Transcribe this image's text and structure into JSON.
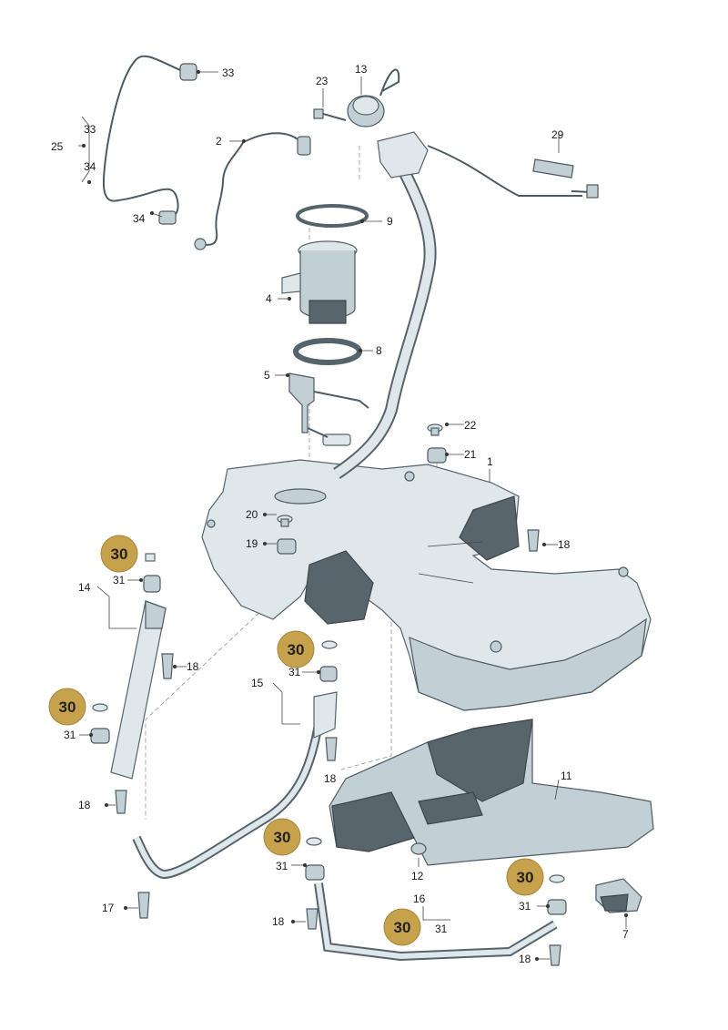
{
  "labels": {
    "p1": "1",
    "p2": "2",
    "p4": "4",
    "p5": "5",
    "p7": "7",
    "p8": "8",
    "p9": "9",
    "p11": "11",
    "p12": "12",
    "p13": "13",
    "p14": "14",
    "p15": "15",
    "p16": "16",
    "p17": "17",
    "p18a": "18",
    "p18b": "18",
    "p18c": "18",
    "p18d": "18",
    "p18e": "18",
    "p18f": "18",
    "p19": "19",
    "p20": "20",
    "p21": "21",
    "p22": "22",
    "p23": "23",
    "p25": "25",
    "p29": "29",
    "p31a": "31",
    "p31b": "31",
    "p31c": "31",
    "p31d": "31",
    "p31e": "31",
    "p31f": "31",
    "p33a": "33",
    "p33b": "33",
    "p34a": "34",
    "p34b": "34"
  },
  "badges": {
    "b1": "30",
    "b2": "30",
    "b3": "30",
    "b4": "30",
    "b5": "30",
    "b6": "30"
  },
  "colors": {
    "highlight_badge": "#c7a24d",
    "part_fill": "#dfe7ea",
    "part_shadow": "#58656d"
  }
}
